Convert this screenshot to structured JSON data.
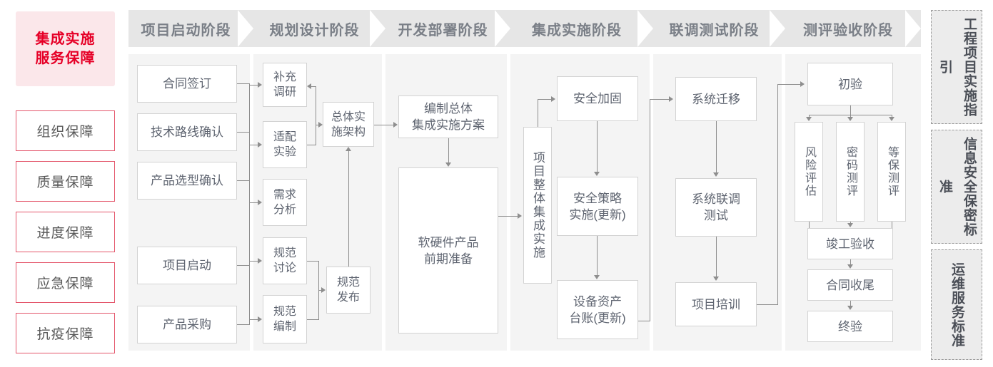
{
  "lead": {
    "title_line1": "集成实施",
    "title_line2": "服务保障",
    "accent_color": "#e60027",
    "bg_color": "#fbe7ea"
  },
  "guarantees": [
    {
      "label": "组织保障"
    },
    {
      "label": "质量保障"
    },
    {
      "label": "进度保障"
    },
    {
      "label": "应急保障"
    },
    {
      "label": "抗疫保障"
    }
  ],
  "phases": [
    {
      "label": "项目启动阶段"
    },
    {
      "label": "规划设计阶段"
    },
    {
      "label": "开发部署阶段"
    },
    {
      "label": "集成实施阶段"
    },
    {
      "label": "联调测试阶段"
    },
    {
      "label": "测评验收阶段"
    }
  ],
  "nodes": {
    "p1": [
      {
        "label": "合同签订"
      },
      {
        "label": "技术路线确认"
      },
      {
        "label": "产品选型确认"
      },
      {
        "label": "项目启动"
      },
      {
        "label": "产品采购"
      }
    ],
    "p2": [
      {
        "label": "补充\n调研"
      },
      {
        "label": "适配\n实验"
      },
      {
        "label": "需求\n分析"
      },
      {
        "label": "规范\n讨论"
      },
      {
        "label": "规范\n编制"
      },
      {
        "label": "总体实\n施架构"
      },
      {
        "label": "规范\n发布"
      }
    ],
    "p3": [
      {
        "label": "编制总体\n集成实施方案"
      },
      {
        "label": "软硬件产品\n前期准备"
      }
    ],
    "p4": [
      {
        "label": "项目整体集成实施"
      },
      {
        "label": "安全加固"
      },
      {
        "label": "安全策略\n实施(更新)"
      },
      {
        "label": "设备资产\n台账(更新)"
      }
    ],
    "p5": [
      {
        "label": "系统迁移"
      },
      {
        "label": "系统联调\n测试"
      },
      {
        "label": "项目培训"
      }
    ],
    "p6": [
      {
        "label": "初验"
      },
      {
        "label": "风险评估"
      },
      {
        "label": "密码测评"
      },
      {
        "label": "等保测评"
      },
      {
        "label": "竣工验收"
      },
      {
        "label": "合同收尾"
      },
      {
        "label": "终验"
      }
    ]
  },
  "standards": [
    {
      "label": "工程项目实施指引"
    },
    {
      "label": "信息安全保密标准"
    },
    {
      "label": "运维服务标准"
    }
  ]
}
